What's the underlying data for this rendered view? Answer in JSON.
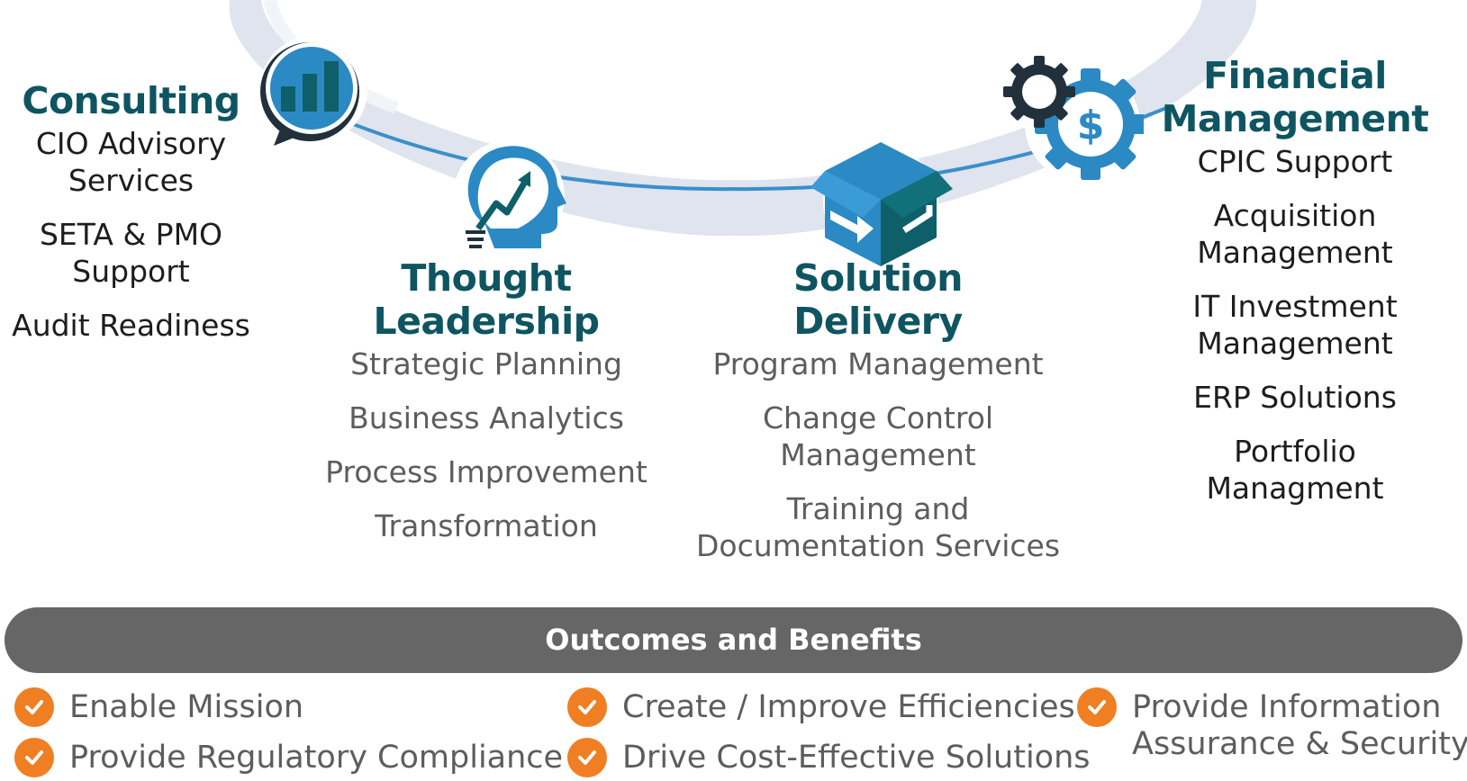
{
  "pillars": [
    {
      "title": [
        "Consulting"
      ],
      "tone": "dark",
      "items": [
        [
          "CIO Advisory",
          "Services"
        ],
        [
          "SETA & PMO",
          "Support"
        ],
        [
          "Audit Readiness"
        ]
      ]
    },
    {
      "title": [
        "Thought",
        "Leadership"
      ],
      "tone": "gray",
      "items": [
        [
          "Strategic Planning"
        ],
        [
          "Business Analytics"
        ],
        [
          "Process Improvement"
        ],
        [
          "Transformation"
        ]
      ]
    },
    {
      "title": [
        "Solution",
        "Delivery"
      ],
      "tone": "gray",
      "items": [
        [
          "Program Management"
        ],
        [
          "Change Control",
          "Management"
        ],
        [
          "Training and",
          "Documentation Services"
        ]
      ]
    },
    {
      "title": [
        "Financial",
        "Management"
      ],
      "tone": "dark",
      "items": [
        [
          "CPIC Support"
        ],
        [
          "Acquisition",
          "Management"
        ],
        [
          "IT Investment",
          "Management"
        ],
        [
          "ERP Solutions"
        ],
        [
          "Portfolio",
          "Managment"
        ]
      ]
    }
  ],
  "outcomes": {
    "title": "Outcomes and Benefits",
    "benefits": [
      [
        "Enable Mission"
      ],
      [
        "Create / Improve Efficiencies"
      ],
      [
        "Provide Information",
        "Assurance & Security"
      ],
      [
        "Provide Regulatory Compliance"
      ],
      [
        "Drive Cost-Effective Solutions"
      ]
    ]
  },
  "icons": {
    "consulting": "speech-bubble-bar-chart-icon",
    "thought_leadership": "head-lightbulb-growth-icon",
    "solution_delivery": "box-delivery-icon",
    "financial_management": "gears-dollar-icon",
    "benefit": "checkmark-icon"
  },
  "colors": {
    "title": "#0e5561",
    "icon_blue": "#2b89c4",
    "icon_teal": "#0e5f69",
    "icon_dark": "#22303c",
    "banner": "#666666",
    "check": "#f07e23",
    "body_dark": "#1d1d1d",
    "body_gray": "#5d5d5d"
  }
}
